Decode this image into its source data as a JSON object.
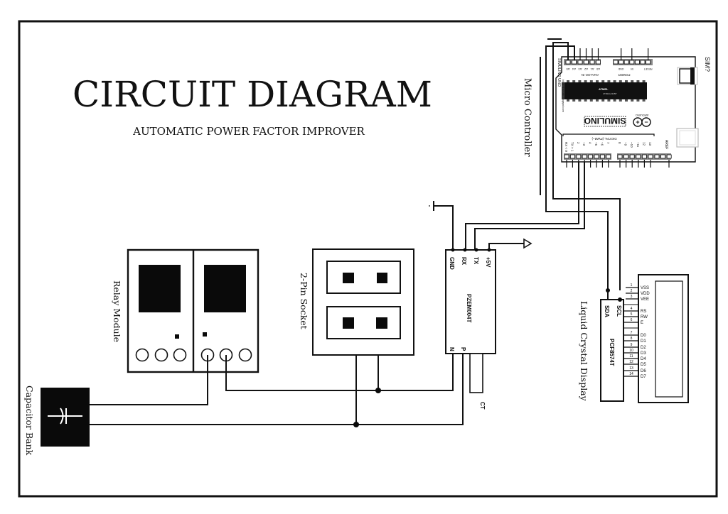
{
  "title": "CIRCUIT DIAGRAM",
  "subtitle": "AUTOMATIC POWER FACTOR  IMPROVER",
  "components": {
    "microcontroller": {
      "label": "Micro Controller",
      "board_name": "SIMULINO UNO",
      "blog": "blogembarcado.blogspot.com",
      "chip_brand": "ATMEL",
      "chip_part": "ATMEGA328P",
      "logo": "SIMULINO",
      "arduino": "ARDUINO",
      "sim_label": "SIM?",
      "analog_header": "ANALOG IN",
      "analog_pins": [
        "A5",
        "A4",
        "A3",
        "A2",
        "A1",
        "A0"
      ],
      "power_header": "POWER",
      "power_pins": [
        "GND",
        "5V",
        "RESET"
      ],
      "digital_header": "DIGITAL (PWM~)",
      "digital_pins_a": [
        "RX < 0",
        "TX > 1",
        "2",
        "~3",
        "4",
        "~5",
        "~6",
        "7"
      ],
      "digital_pins_b": [
        "8",
        "~9",
        "~10",
        "~11",
        "12",
        "13"
      ],
      "aref": "AREF"
    },
    "pzem": {
      "name": "PZEM004T",
      "pins_top": [
        "GND",
        "RX",
        "TX",
        "+5V"
      ],
      "pins_bottom": [
        "N",
        "P"
      ],
      "ct_label": "CT"
    },
    "lcd": {
      "label": "Liquid Crystal Display",
      "adapter": "PCF8574T",
      "adapter_pins": [
        "SDA",
        "SCL"
      ],
      "pins": [
        {
          "num": "1",
          "name": "VSS"
        },
        {
          "num": "2",
          "name": "VDD"
        },
        {
          "num": "3",
          "name": "VEE"
        },
        {
          "num": "4",
          "name": "RS"
        },
        {
          "num": "5",
          "name": "RW"
        },
        {
          "num": "6",
          "name": "E"
        },
        {
          "num": "7",
          "name": "D0"
        },
        {
          "num": "8",
          "name": "D1"
        },
        {
          "num": "9",
          "name": "D2"
        },
        {
          "num": "10",
          "name": "D3"
        },
        {
          "num": "11",
          "name": "D4"
        },
        {
          "num": "12",
          "name": "D5"
        },
        {
          "num": "13",
          "name": "D6"
        },
        {
          "num": "14",
          "name": "D7"
        }
      ]
    },
    "relay": {
      "label": "Relay Module"
    },
    "socket": {
      "label": "2-Pin Socket"
    },
    "capacitor": {
      "label": "Capacitor Bank"
    }
  }
}
